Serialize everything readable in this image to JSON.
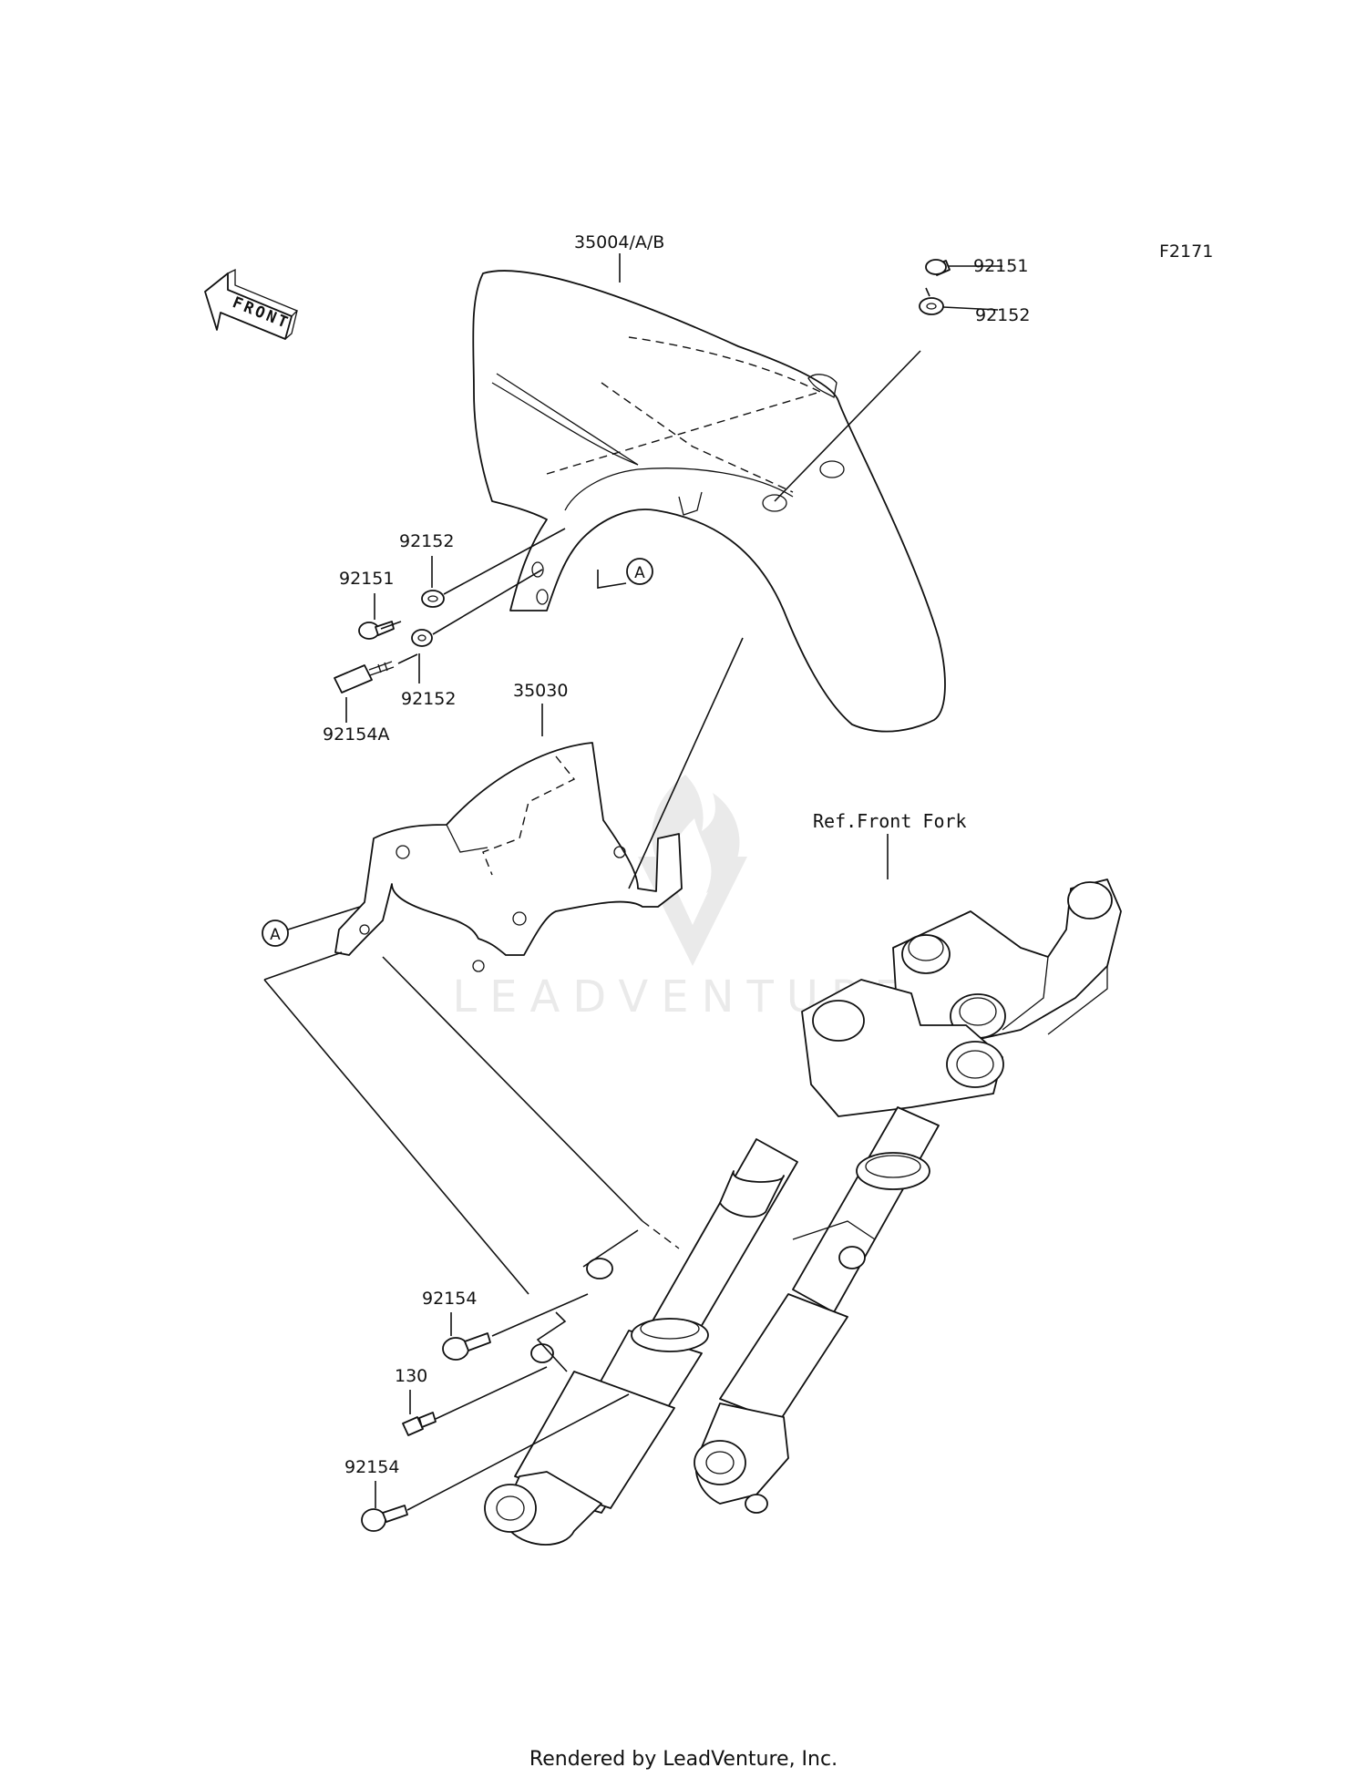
{
  "diagram_id": "F2171",
  "front_arrow_label": "FRONT",
  "callouts": {
    "fender": "35004/A/B",
    "fender_bracket": "35030",
    "screw_top_right": "92151",
    "washer_top_right": "92152",
    "washer_left_upper": "92152",
    "screw_left": "92151",
    "washer_left_lower": "92152",
    "stud_left": "92154A",
    "ref_front_fork": "Ref.Front Fork",
    "bolt_upper": "92154",
    "bolt_middle": "130",
    "bolt_lower": "92154",
    "ref_a_fender": "A",
    "ref_a_bracket": "A"
  },
  "watermark": "LEADVENTURE",
  "footer": "Rendered by LeadVenture, Inc."
}
